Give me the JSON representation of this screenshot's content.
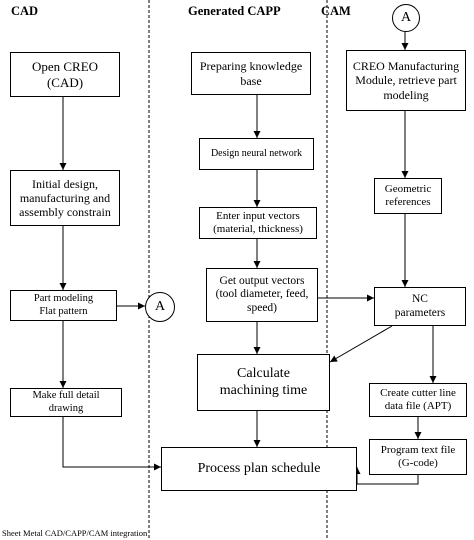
{
  "lanes": {
    "cad": "CAD",
    "capp": "Generated CAPP",
    "cam": "CAM"
  },
  "boxes": {
    "open_creo": [
      "Open CREO",
      "(CAD)"
    ],
    "initial_design": [
      "Initial design,",
      "manufacturing and",
      "assembly constrain"
    ],
    "part_modeling": [
      "Part modeling",
      "Flat pattern"
    ],
    "full_detail": [
      "Make full detail drawing"
    ],
    "preparing_kb": [
      "Preparing knowledge",
      "base"
    ],
    "design_nn": [
      "Design neural network"
    ],
    "input_vectors": [
      "Enter input vectors",
      "(material, thickness)"
    ],
    "output_vectors": [
      "Get output vectors",
      "(tool diameter, feed,",
      "speed)"
    ],
    "calc_time": [
      "Calculate",
      "machining time"
    ],
    "process_plan": [
      "Process plan schedule"
    ],
    "creo_mfg": [
      "CREO Manufacturing",
      "Module, retrieve part",
      "modeling"
    ],
    "geometric_refs": [
      "Geometric",
      "references"
    ],
    "nc_params": [
      "NC",
      "parameters"
    ],
    "cutter_line": [
      "Create cutter line",
      "data file (APT)"
    ],
    "program_text": [
      "Program text file",
      "(G-code)"
    ]
  },
  "connectors": {
    "a_left": "A",
    "a_top": "A"
  },
  "caption": "Sheet Metal CAD/CAPP/CAM integration"
}
